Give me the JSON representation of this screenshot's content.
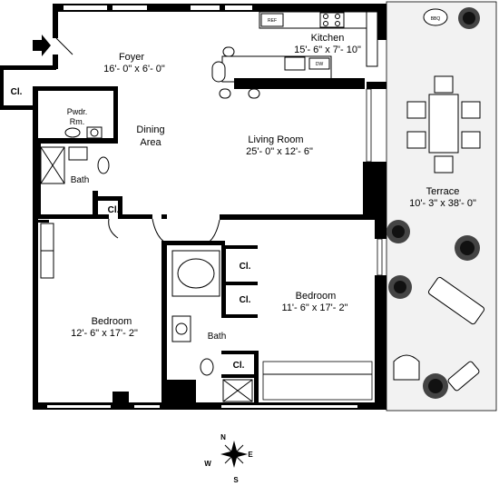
{
  "rooms": {
    "foyer": {
      "name": "Foyer",
      "dims": "16'- 0\" x 6'- 0\""
    },
    "kitchen": {
      "name": "Kitchen",
      "dims": "15'- 6\" x 7'- 10\""
    },
    "dining": {
      "name_line1": "Dining",
      "name_line2": "Area"
    },
    "living": {
      "name": "Living Room",
      "dims": "25'- 0\" x 12'- 6\""
    },
    "terrace": {
      "name": "Terrace",
      "dims": "10'- 3\" x 38'- 0\""
    },
    "bedroom_right": {
      "name": "Bedroom",
      "dims": "11'- 6\" x 17'- 2\""
    },
    "bedroom_left": {
      "name": "Bedroom",
      "dims": "12'- 6\" x 17'- 2\""
    },
    "powder": {
      "name_line1": "Pwdr.",
      "name_line2": "Rm."
    },
    "bath_left": {
      "name": "Bath"
    },
    "bath_right": {
      "name": "Bath"
    }
  },
  "closet_label": "Cl.",
  "appliances": {
    "ref": "REF",
    "dw": "DW",
    "bbq": "BBQ"
  },
  "compass": {
    "n": "N",
    "s": "S",
    "e": "E",
    "w": "W"
  }
}
